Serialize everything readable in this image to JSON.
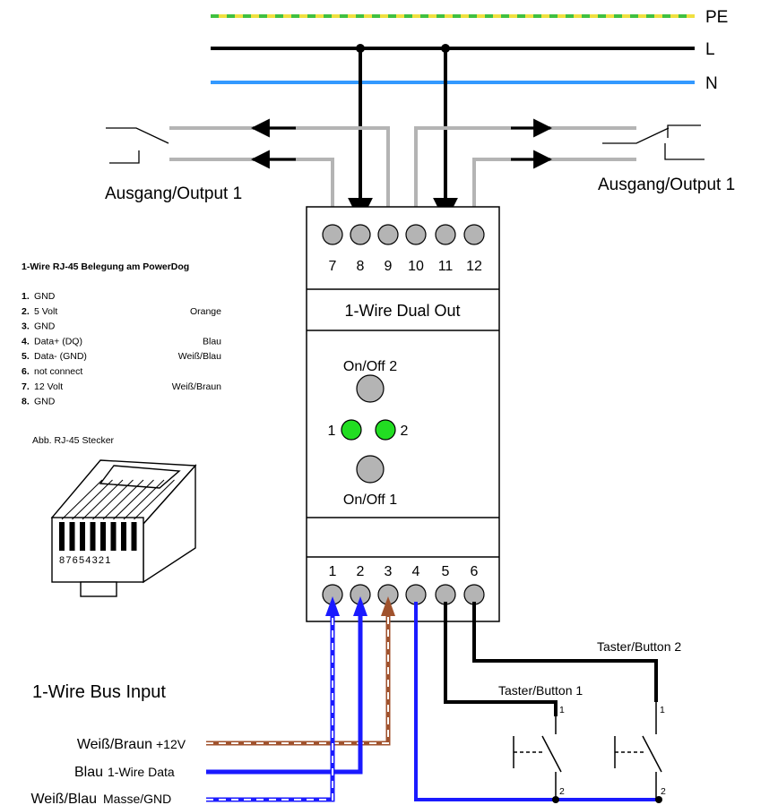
{
  "mains": {
    "pe_label": "PE",
    "l_label": "L",
    "n_label": "N"
  },
  "outputs": {
    "left_label": "Ausgang/Output 1",
    "right_label": "Ausgang/Output 1"
  },
  "module": {
    "top_terminals": [
      "7",
      "8",
      "9",
      "10",
      "11",
      "12"
    ],
    "title": "1-Wire Dual Out",
    "onoff2_label": "On/Off 2",
    "led1_label": "1",
    "led2_label": "2",
    "onoff1_label": "On/Off 1",
    "bottom_terminals": [
      "1",
      "2",
      "3",
      "4",
      "5",
      "6"
    ]
  },
  "pinout": {
    "title": "1-Wire RJ-45 Belegung am PowerDog",
    "pins": [
      {
        "num": "1.",
        "name": "GND",
        "color": ""
      },
      {
        "num": "2.",
        "name": "5 Volt",
        "color": "Orange"
      },
      {
        "num": "3.",
        "name": "GND",
        "color": ""
      },
      {
        "num": "4.",
        "name": "Data+ (DQ)",
        "color": "Blau"
      },
      {
        "num": "5.",
        "name": "Data- (GND)",
        "color": "Weiß/Blau"
      },
      {
        "num": "6.",
        "name": "not connect",
        "color": ""
      },
      {
        "num": "7.",
        "name": "12 Volt",
        "color": "Weiß/Braun"
      },
      {
        "num": "8.",
        "name": "GND",
        "color": ""
      }
    ],
    "connector_caption": "Abb. RJ-45 Stecker",
    "connector_digits": "87654321"
  },
  "bus": {
    "title": "1-Wire Bus Input",
    "wires": [
      {
        "color_name": "Weiß/Braun",
        "signal": "+12V"
      },
      {
        "color_name": "Blau",
        "signal": "1-Wire Data"
      },
      {
        "color_name": "Weiß/Blau",
        "signal": "Masse/GND"
      }
    ]
  },
  "buttons": {
    "button1_label": "Taster/Button 1",
    "button2_label": "Taster/Button 2",
    "pin1": "1",
    "pin2": "2"
  },
  "colors": {
    "pe_yellow": "#f0e040",
    "pe_green": "#40c040",
    "neutral_blue": "#3399ff",
    "wire_gray": "#b4b4b4",
    "wire_blue": "#1a1aff",
    "wire_brown": "#a0522d",
    "led_green": "#22dd22"
  }
}
